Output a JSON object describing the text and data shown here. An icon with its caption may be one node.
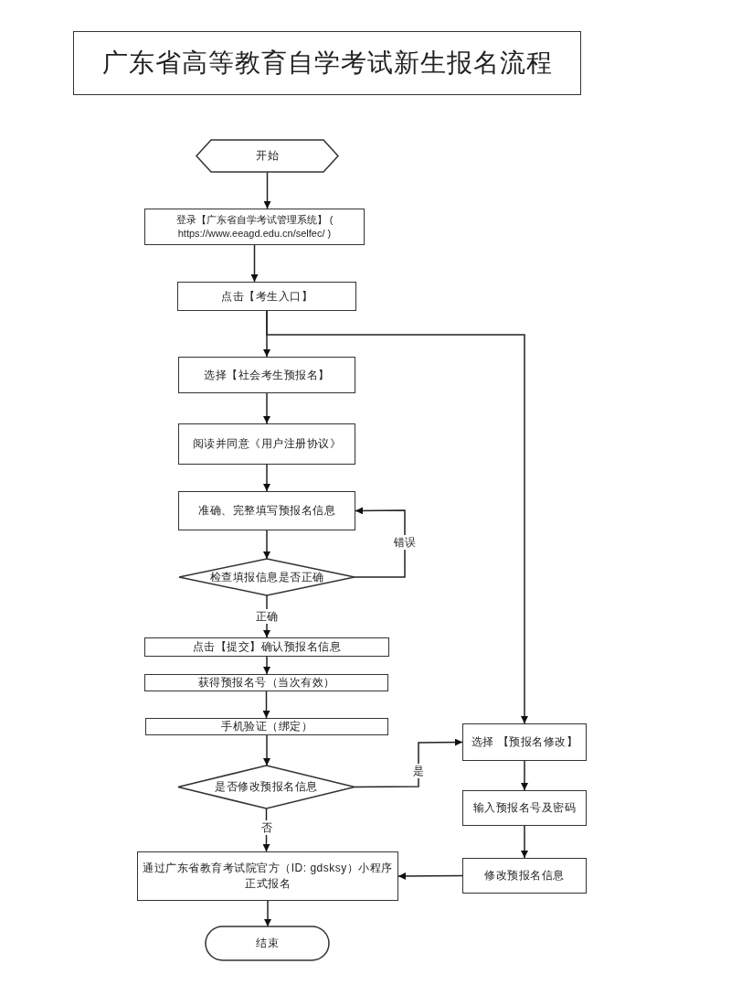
{
  "diagram": {
    "title": "广东省高等教育自学考试新生报名流程",
    "nodes": [
      {
        "text": [
          "开始"
        ]
      },
      {
        "text": [
          "登录【广东省自学考试管理系统】 ( https://www.eeagd.edu.cn/selfec/ )"
        ]
      },
      {
        "text": [
          "点击【考生入口】"
        ]
      },
      {
        "text": [
          "选择【社会考生预报名】"
        ]
      },
      {
        "text": [
          "阅读并同意《用户注册协议》"
        ]
      },
      {
        "text": [
          "准确、完整填写预报名信息"
        ]
      },
      {
        "text": [
          "检查填报信息是否正确"
        ]
      },
      {
        "text": [
          "点击【提交】确认预报名信息"
        ]
      },
      {
        "text": [
          "获得预报名号（当次有效）"
        ]
      },
      {
        "text": [
          "手机验证（绑定）"
        ]
      },
      {
        "text": [
          "是否修改预报名信息"
        ]
      },
      {
        "text": [
          "通过广东省教育考试院官方（ID: gdsksy）小程序正式报名"
        ]
      },
      {
        "text": [
          "结束"
        ]
      },
      {
        "text": [
          "选择 【预报名修改】"
        ]
      },
      {
        "text": [
          "输入预报名号及密码"
        ]
      },
      {
        "text": [
          "修改预报名信息"
        ]
      }
    ],
    "edges": [
      {
        "from": 0,
        "to": 1,
        "arrow": "to"
      },
      {
        "from": 1,
        "to": 2,
        "arrow": "to"
      },
      {
        "from": 2,
        "to": 3,
        "arrow": "to"
      },
      {
        "from": 2,
        "to": 13,
        "arrow": "to"
      },
      {
        "from": 3,
        "to": 4,
        "arrow": "to"
      },
      {
        "from": 4,
        "to": 5,
        "arrow": "to"
      },
      {
        "from": 5,
        "to": 6,
        "arrow": "to"
      },
      {
        "from": 6,
        "to": 5,
        "label": "错误",
        "arrow": "to"
      },
      {
        "from": 6,
        "to": 7,
        "label": "正确",
        "arrow": "to"
      },
      {
        "from": 7,
        "to": 8,
        "arrow": "to"
      },
      {
        "from": 8,
        "to": 9,
        "arrow": "to"
      },
      {
        "from": 9,
        "to": 10,
        "arrow": "to"
      },
      {
        "from": 10,
        "to": 13,
        "label": "是",
        "arrow": "to"
      },
      {
        "from": 10,
        "to": 11,
        "label": "否",
        "arrow": "to"
      },
      {
        "from": 13,
        "to": 14,
        "arrow": "to"
      },
      {
        "from": 14,
        "to": 15,
        "arrow": "to"
      },
      {
        "from": 15,
        "to": 11,
        "arrow": "to"
      },
      {
        "from": 11,
        "to": 12,
        "arrow": "to"
      }
    ]
  }
}
